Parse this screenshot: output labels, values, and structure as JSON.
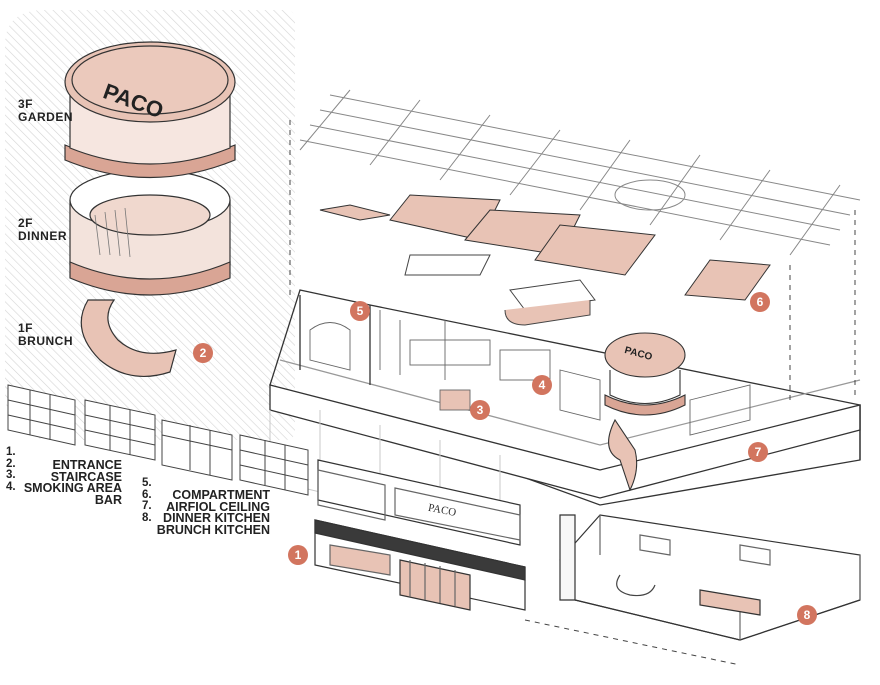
{
  "floor_labels": {
    "f3": {
      "level": "3F",
      "name": "GARDEN"
    },
    "f2": {
      "level": "2F",
      "name": "DINNER"
    },
    "f1": {
      "level": "1F",
      "name": "BRUNCH"
    }
  },
  "brand": {
    "logo_text": "PACO",
    "sign_text": "PACO"
  },
  "legend": {
    "left_numbers": [
      "1.",
      "2.",
      "3.",
      "4."
    ],
    "left_items": [
      "ENTRANCE",
      "STAIRCASE",
      "SMOKING AREA",
      "BAR"
    ],
    "right_numbers": [
      "5.",
      "6.",
      "7.",
      "8."
    ],
    "right_items": [
      "COMPARTMENT",
      "AIRFIOL CEILING",
      "DINNER KITCHEN",
      "BRUNCH KITCHEN"
    ]
  },
  "markers": [
    "1",
    "2",
    "3",
    "4",
    "5",
    "6",
    "7",
    "8"
  ],
  "colors": {
    "accent": "#d2755f",
    "panel": "#e8c3b5",
    "line": "#333333",
    "hatch": "#d0d0d0"
  }
}
